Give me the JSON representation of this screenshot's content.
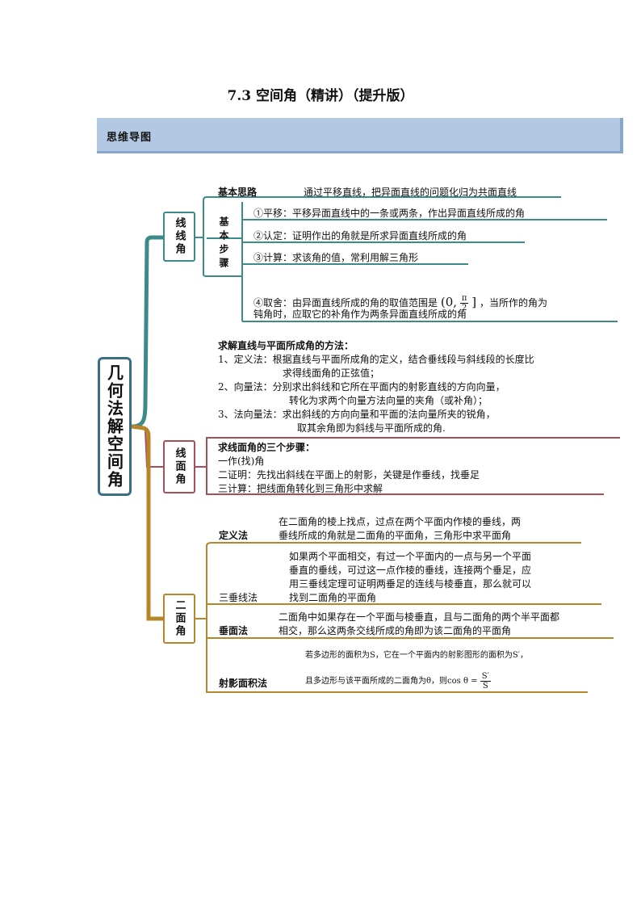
{
  "title": "7.3 空间角（精讲）（提升版）",
  "banner": "思维导图",
  "root": "几何法解空间角",
  "colors": {
    "teal": "#3c8a8a",
    "red": "#a7505a",
    "gold": "#b8862a",
    "banner": "#b3c9e3"
  },
  "line_angle": {
    "label": "线线角",
    "idea_label": "基本思路",
    "idea_text": "通过平移直线，把异面直线的问题化归为共面直线",
    "steps_label": "基本步骤",
    "step1": "①平移：平移异面直线中的一条或两条，作出异面直线所成的角",
    "step2": "②认定：证明作出的角就是所求异面直线所成的角",
    "step3": "③计算：求该角的值，常利用解三角形",
    "step4_a": "④取舍：由异面直线所成的角的取值范围是",
    "step4_range_left": "(0,",
    "step4_pi": "π",
    "step4_two": "2",
    "step4_range_right": "]",
    "step4_b": "，当所作的角为",
    "step4_c": "钝角时，应取它的补角作为两条异面直线所成的角"
  },
  "line_plane": {
    "label": "线面角",
    "methods_title": "求解直线与平面所成角的方法：",
    "m1a": "1、定义法：根据直线与平面所成角的定义，结合垂线段与斜线段的长度比",
    "m1b": "求得线面角的正弦值；",
    "m2a": "2、向量法：分别求出斜线和它所在平面内的射影直线的方向向量，",
    "m2b": "转化为求两个向量方法向量的夹角（或补角）；",
    "m3a": "3、法向量法：求出斜线的方向向量和平面的法向量所夹的锐角，",
    "m3b": "取其余角即为斜线与平面所成的角.",
    "steps_title": "求线面角的三个步骤：",
    "s1": "一作(找)角",
    "s2": "二证明：先找出斜线在平面上的射影，关键是作垂线，找垂足",
    "s3": "三计算：把线面角转化到三角形中求解"
  },
  "dihedral": {
    "label": "二面角",
    "def_label": "定义法",
    "def_a": "在二面角的棱上找点，过点在两个平面内作棱的垂线，两",
    "def_b": "垂线所成的角就是二面角的平面角，三角形中求平面角",
    "three_label": "三垂线法",
    "three_a": "如果两个平面相交，有过一个平面内的一点与另一个平面",
    "three_b": "垂直的垂线，可过这一点作棱的垂线，连接两个垂足，应",
    "three_c": "用三垂线定理可证明两垂足的连线与棱垂直，那么就可以",
    "three_d": "找到二面角的平面角",
    "perp_label": "垂面法",
    "perp_a": "二面角中如果存在一个平面与棱垂直，且与二面角的两个半平面都",
    "perp_b": "相交，那么这两条交线所成的角即为该二面角的平面角",
    "proj_label": "射影面积法",
    "proj_a": "若多边形的面积为S，它在一个平面内的射影图形的面积为S′，",
    "proj_b": "且多边形与该平面所成的二面角为θ，则cos θ =",
    "proj_num": "S′",
    "proj_den": "S"
  }
}
